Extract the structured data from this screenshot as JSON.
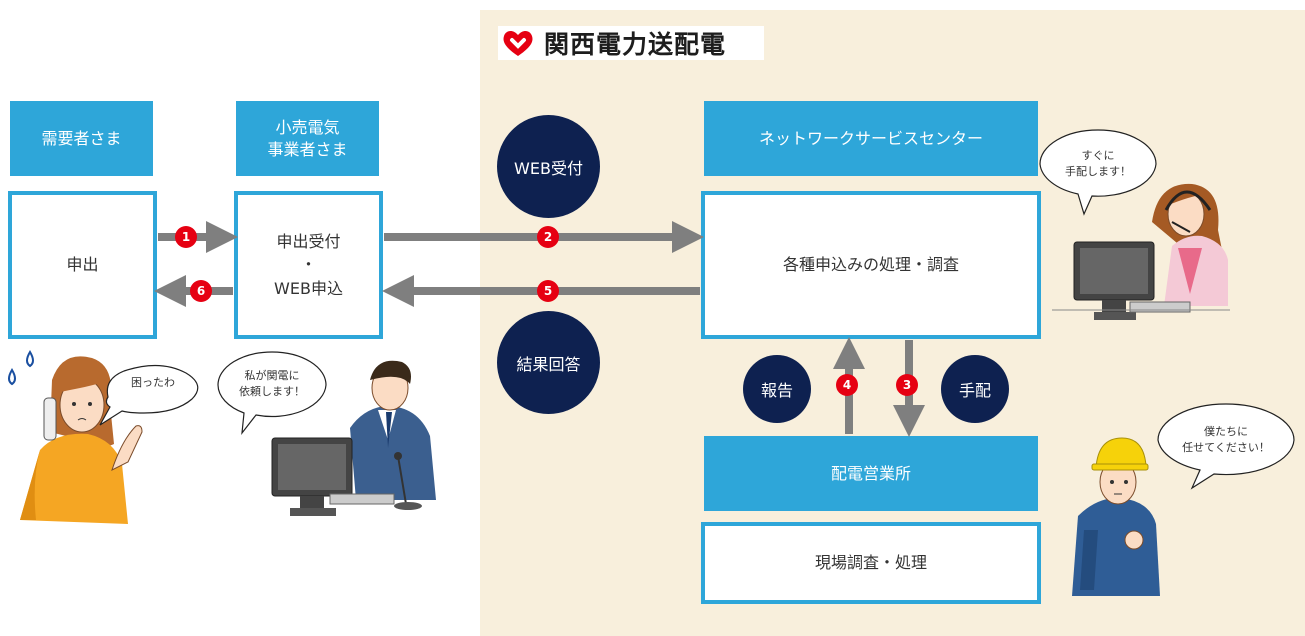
{
  "brand": {
    "name": "関西電力送配電"
  },
  "actors": {
    "customer_header": "需要者さま",
    "retailer_header_line1": "小売電気",
    "retailer_header_line2": "事業者さま",
    "nsc_header": "ネットワークサービスセンター",
    "office_header": "配電営業所"
  },
  "boxes": {
    "customer": "申出",
    "retailer_line1": "申出受付",
    "retailer_line2": "・",
    "retailer_line3": "WEB申込",
    "nsc": "各種申込みの処理・調査",
    "site": "現場調査・処理"
  },
  "circles": {
    "web_reception": "WEB受付",
    "result_reply": "結果回答",
    "report": "報告",
    "arrange": "手配"
  },
  "steps": [
    "1",
    "2",
    "3",
    "4",
    "5",
    "6"
  ],
  "bubbles": {
    "customer": "困ったわ",
    "retailer_line1": "私が関電に",
    "retailer_line2": "依頼します！",
    "operator_line1": "すぐに",
    "operator_line2": "手配します！",
    "worker_line1": "僕たちに",
    "worker_line2": "任せてください！"
  },
  "colors": {
    "header_blue": "#2ea6d9",
    "navy": "#0e2150",
    "step_red": "#e60012",
    "arrow_gray": "#7f7f7f",
    "panel_beige": "#f8efdc",
    "logo_red": "#e60012"
  }
}
